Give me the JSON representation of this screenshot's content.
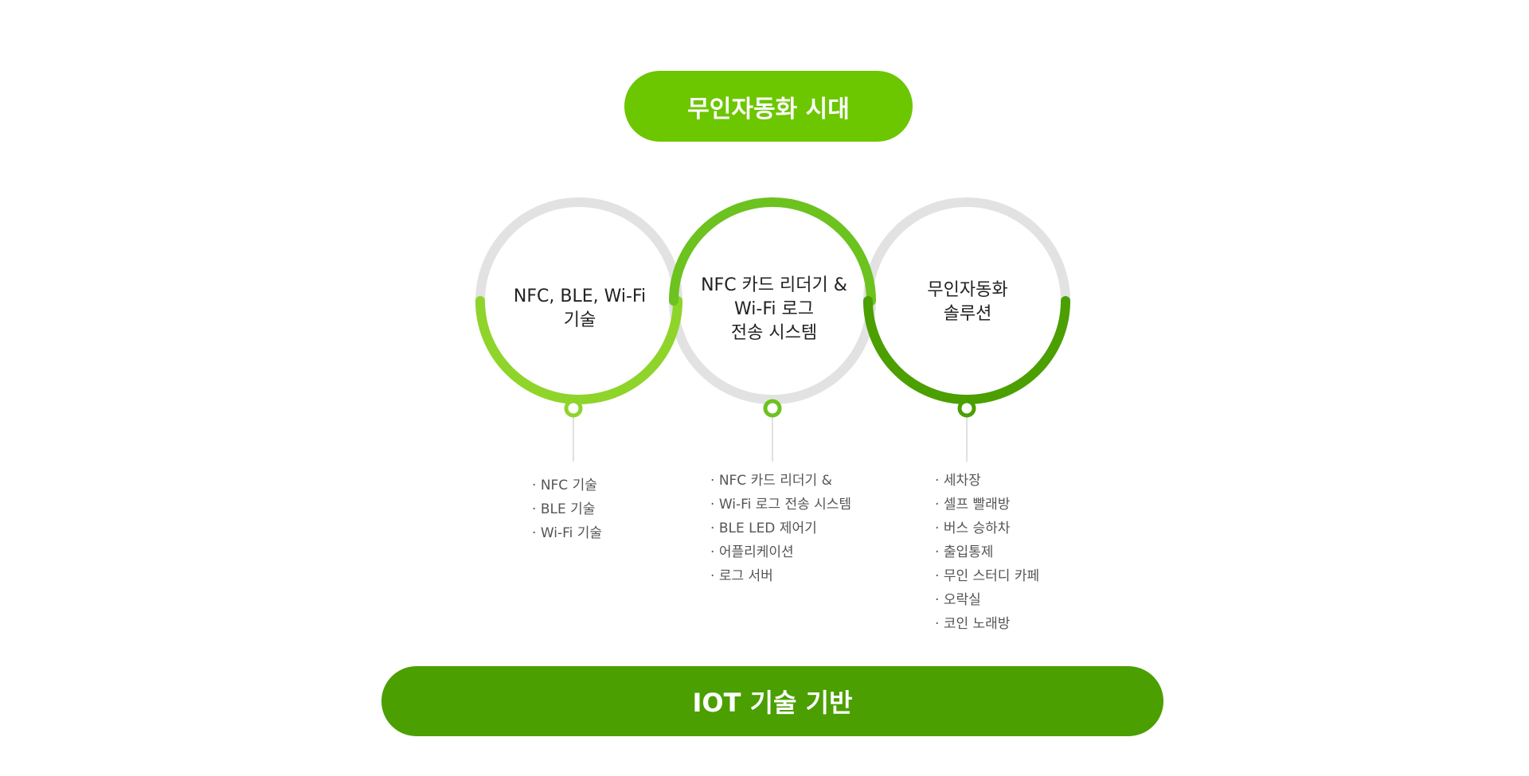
{
  "top_banner": {
    "label": "무인자동화 시대",
    "color": "#6cc600"
  },
  "bottom_banner": {
    "label": "IOT 기술 기반",
    "color": "#4b9f00"
  },
  "colors": {
    "track": "#e2e2e2",
    "light_green": "#8fd42a",
    "mid_green": "#6cc21e",
    "dark_green": "#4b9f00",
    "connector_line": "#d6d6d6"
  },
  "columns": [
    {
      "title_lines": [
        "NFC, BLE, Wi-Fi",
        "기술"
      ],
      "items": [
        "NFC 기술",
        "BLE 기술",
        "Wi-Fi 기술"
      ]
    },
    {
      "title_lines": [
        "NFC 카드 리더기 &",
        "Wi-Fi 로그",
        "전송 시스템"
      ],
      "items": [
        "NFC 카드 리더기 &",
        "Wi-Fi 로그 전송 시스템",
        "BLE LED 제어기",
        "어플리케이션",
        "로그 서버"
      ]
    },
    {
      "title_lines": [
        "무인자동화",
        "솔루션"
      ],
      "items": [
        "세차장",
        "셀프 빨래방",
        "버스 승하차",
        "출입통제",
        "무인 스터디 카페",
        "오락실",
        "코인 노래방"
      ]
    }
  ]
}
